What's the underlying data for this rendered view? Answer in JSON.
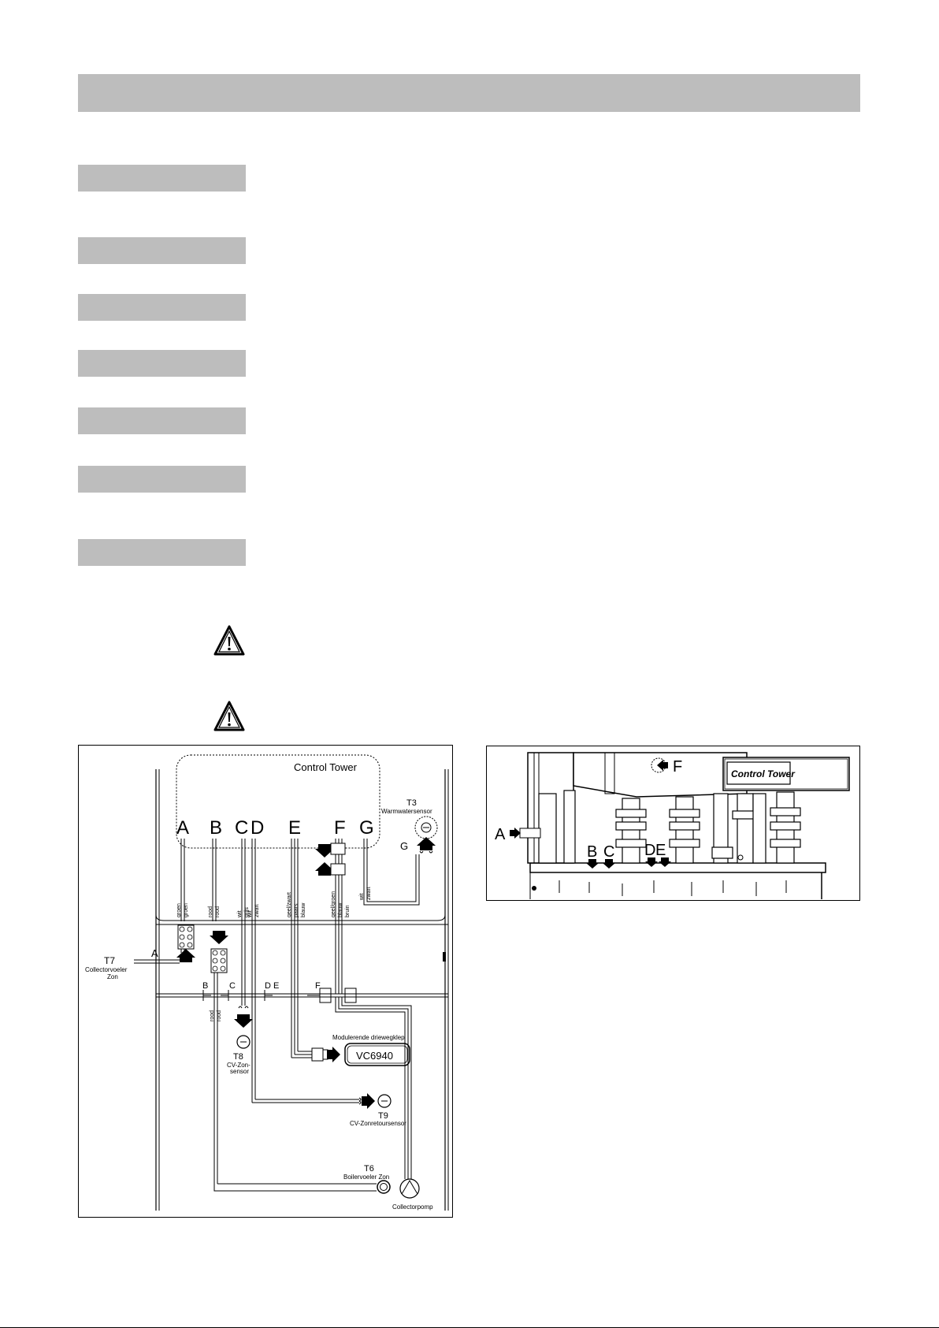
{
  "colors": {
    "header_bar": "#bdbdbd",
    "ink": "#000000"
  },
  "icons": [
    "warning-triangle-icon",
    "warning-triangle-icon"
  ],
  "wiring_diagram": {
    "title": "Control Tower",
    "terminals": [
      "A",
      "B",
      "C",
      "D",
      "E",
      "F",
      "G"
    ],
    "sensors": {
      "t3_code": "T3",
      "t3_name": "Warmwatersensor",
      "t3_terminal": "G",
      "t7_code": "T7",
      "t7_name_line1": "Collectorvoeler",
      "t7_name_line2": "Zon",
      "t7_terminal": "A",
      "t8_code": "T8",
      "t8_name_line1": "CV-Zon-",
      "t8_name_line2": "sensor",
      "t9_code": "T9",
      "t9_name": "CV-Zonretoursensor",
      "t6_code": "T6",
      "t6_name": "Boilervoeler Zon"
    },
    "pump": "Collectorpomp",
    "valve_title": "Modulerende driewegklep",
    "valve_model": "VC6940",
    "feedthroughs": {
      "b": "B",
      "c": "C",
      "de": "D E",
      "f": "F"
    },
    "wire_labels": {
      "a1": "groen",
      "a2": "groen",
      "b1": "rood",
      "b2": "rood",
      "c1": "wit",
      "c2": "grijs",
      "c3": "wit",
      "c4": "zwart",
      "e1": "geel/zwart",
      "e2": "paars",
      "e3": "blauw",
      "f1": "geel/groen",
      "f2": "blauw",
      "f3": "bruin",
      "g1": "wit",
      "g2": "zwart",
      "t8a": "rood",
      "t8b": "rood"
    }
  },
  "photo": {
    "badge": "Control Tower",
    "labels": {
      "a": "A",
      "b": "B",
      "c": "C",
      "d": "D",
      "e": "E",
      "f": "F"
    }
  }
}
